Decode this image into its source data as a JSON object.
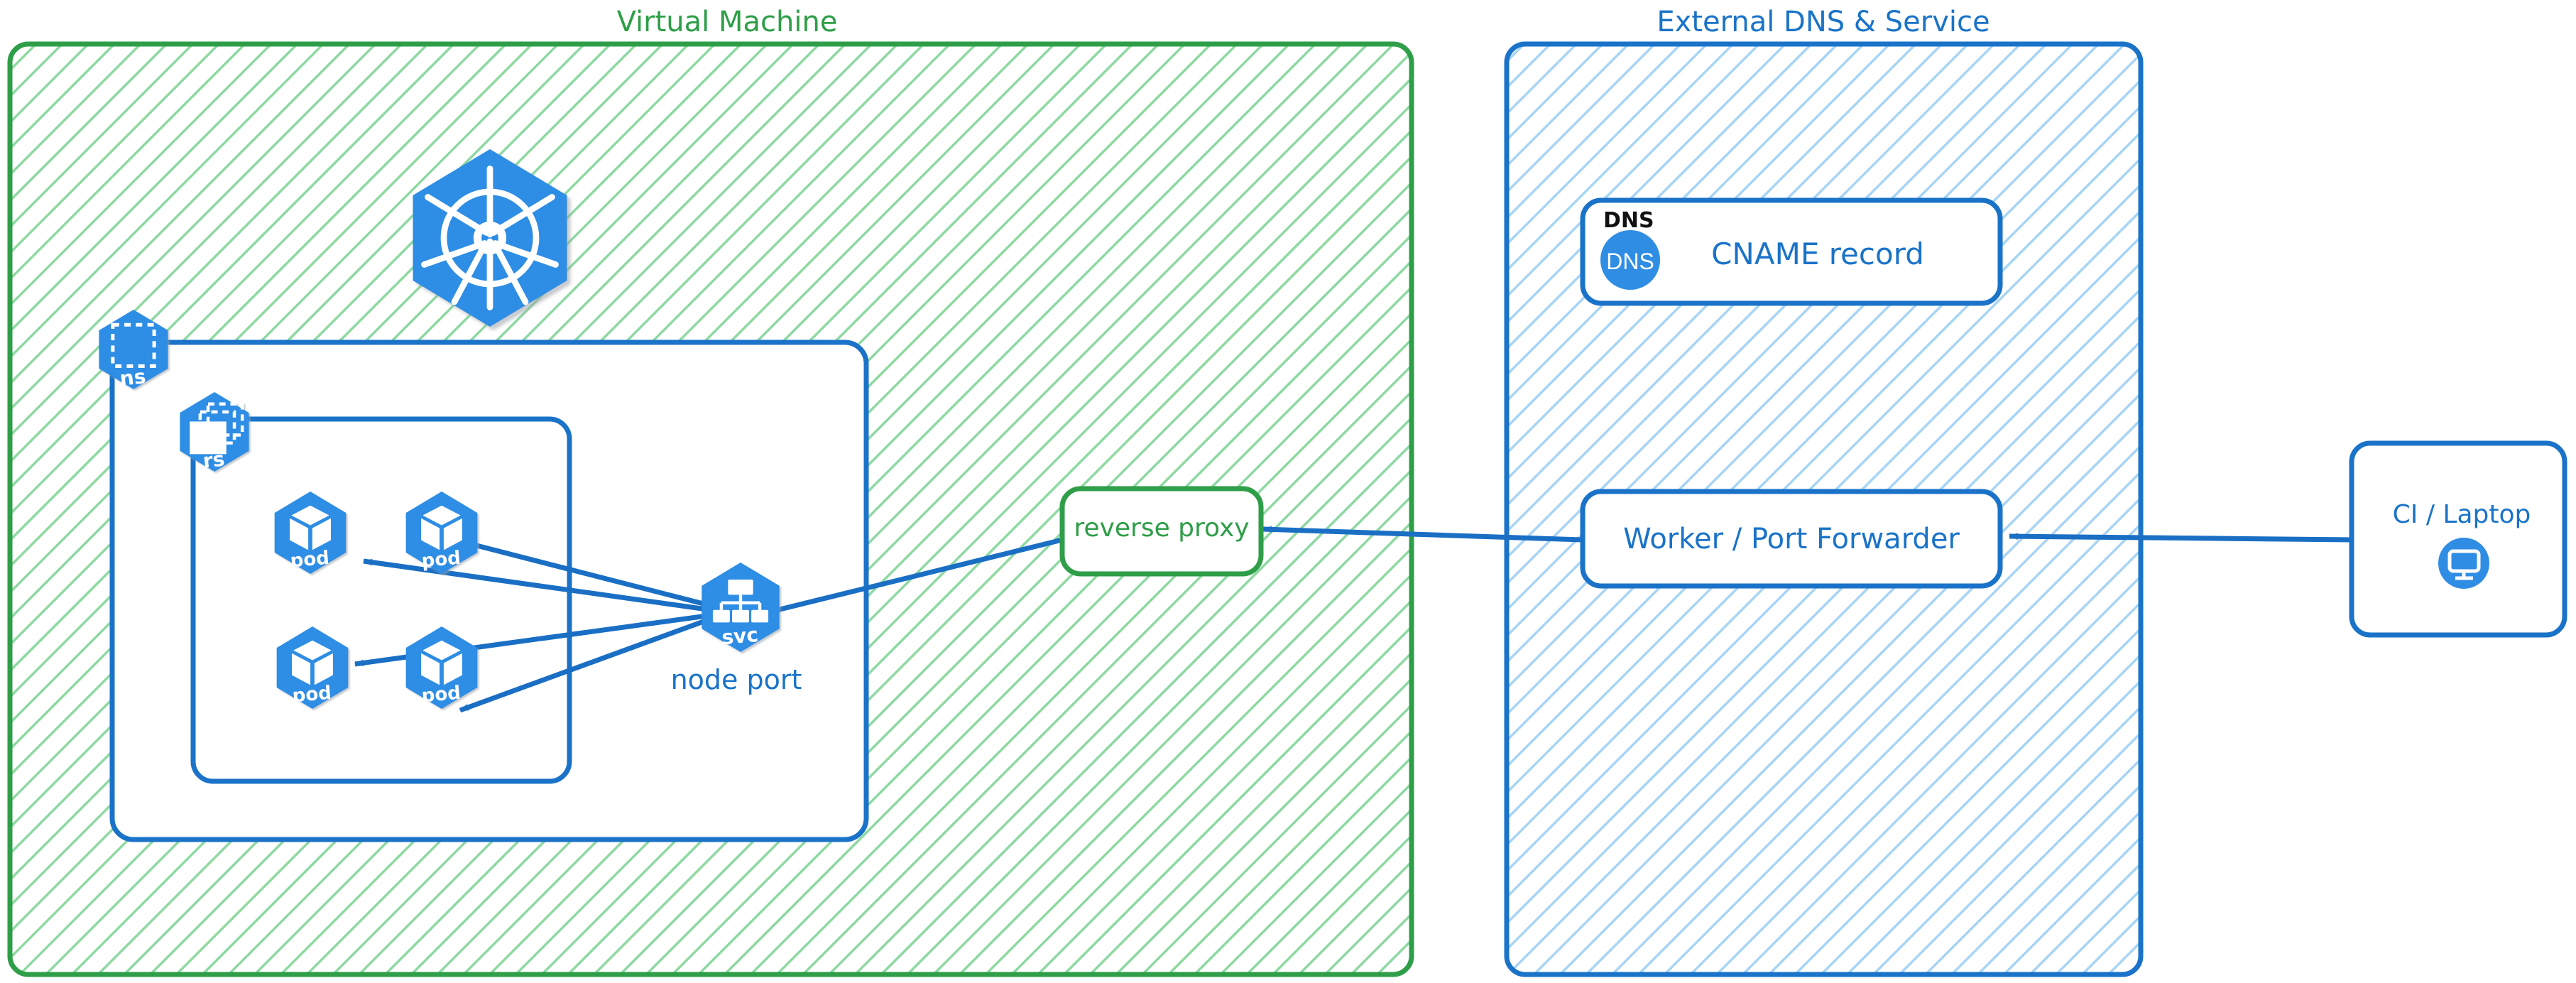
{
  "diagram": {
    "title_left": "Virtual Machine",
    "title_right": "External DNS & Service",
    "colors": {
      "green_stroke": "#2E9E48",
      "green_hatch": "#8ED9A2",
      "green_text": "#2E9E48",
      "blue_stroke": "#1A73C8",
      "blue_hatch": "#A8D4F5",
      "blue_text": "#1A73C8",
      "k8s_blue": "#2F8DE4",
      "arrow_blue": "#1A6FC4",
      "black_text": "#111111",
      "white": "#FFFFFF"
    }
  },
  "containers": {
    "vm": {
      "label": "Virtual Machine"
    },
    "external": {
      "label": "External DNS & Service"
    },
    "namespace": {
      "badge_label": "ns",
      "badge_icon": "namespace-icon"
    },
    "replicaset": {
      "badge_label": "rs",
      "badge_icon": "replicaset-icon"
    }
  },
  "nodes": {
    "k8s_logo": {
      "icon": "kubernetes-logo-icon",
      "label": ""
    },
    "pods": [
      {
        "label": "pod",
        "icon": "pod-icon"
      },
      {
        "label": "pod",
        "icon": "pod-icon"
      },
      {
        "label": "pod",
        "icon": "pod-icon"
      },
      {
        "label": "pod",
        "icon": "pod-icon"
      }
    ],
    "service": {
      "badge_label": "svc",
      "icon": "service-icon",
      "caption": "node port"
    },
    "reverse_proxy": {
      "label": "reverse proxy"
    },
    "dns_box": {
      "header": "DNS",
      "icon_label": "DNS",
      "label": "CNAME record"
    },
    "worker": {
      "label": "Worker / Port Forwarder"
    },
    "client": {
      "label": "CI / Laptop",
      "icon": "desktop-monitor-icon"
    }
  },
  "edges": [
    {
      "from": "service",
      "to": "pod-1",
      "type": "arrow"
    },
    {
      "from": "service",
      "to": "pod-2",
      "type": "arrow"
    },
    {
      "from": "service",
      "to": "pod-3",
      "type": "arrow"
    },
    {
      "from": "service",
      "to": "pod-4",
      "type": "arrow"
    },
    {
      "from": "reverse-proxy",
      "to": "service",
      "type": "arrow"
    },
    {
      "from": "worker",
      "to": "reverse-proxy",
      "type": "arrow"
    },
    {
      "from": "client",
      "to": "worker",
      "type": "arrow"
    }
  ]
}
